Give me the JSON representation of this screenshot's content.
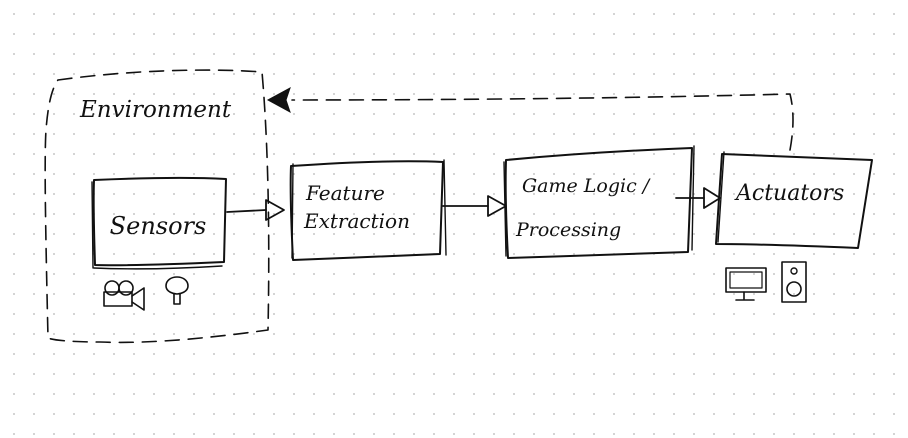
{
  "diagram": {
    "environment_label": "Environment",
    "boxes": [
      {
        "id": "sensors",
        "label_lines": [
          "Sensors"
        ]
      },
      {
        "id": "feature-extraction",
        "label_lines": [
          "Feature",
          "Extraction"
        ]
      },
      {
        "id": "game-logic",
        "label_lines": [
          "Game Logic /",
          "Processing"
        ]
      },
      {
        "id": "actuators",
        "label_lines": [
          "Actuators"
        ]
      }
    ],
    "icons": {
      "sensors": [
        "camera-icon",
        "microphone-icon"
      ],
      "actuators": [
        "monitor-icon",
        "speaker-icon"
      ]
    },
    "colors": {
      "ink": "#111111",
      "background": "#ffffff",
      "grid_dots": "#c9c9c9"
    }
  }
}
